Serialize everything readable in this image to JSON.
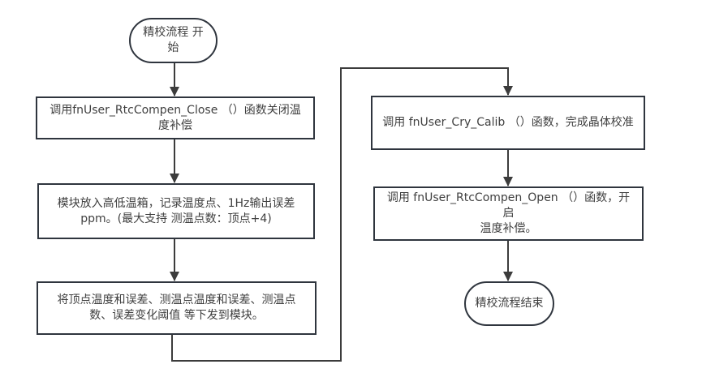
{
  "flowchart": {
    "title": "RTC fine-calibration process flowchart",
    "colors": {
      "node_border": "#2f353e",
      "node_fill": "#ffffff",
      "text": "#404040",
      "connector": "#3c3c3c",
      "background": "#ffffff"
    },
    "nodes": {
      "start": {
        "type": "terminator",
        "label": "精校流程 开\n始"
      },
      "step1": {
        "type": "process",
        "label": "调用fnUser_RtcCompen_Close （）函数关闭温\n度补偿"
      },
      "step2": {
        "type": "process",
        "label": "模块放入高低温箱，记录温度点、1Hz输出误差\nppm。(最大支持 测温点数：顶点+4)"
      },
      "step3": {
        "type": "process",
        "label": "将顶点温度和误差、测温点温度和误差、测温点\n数、误差变化阈值 等下发到模块。"
      },
      "step4": {
        "type": "process",
        "label": "调用 fnUser_Cry_Calib （）函数，完成晶体校准"
      },
      "step5": {
        "type": "process",
        "label": "调用 fnUser_RtcCompen_Open （）函数，开启\n温度补偿。"
      },
      "end": {
        "type": "terminator",
        "label": "精校流程结束"
      }
    },
    "edges": [
      {
        "from": "start",
        "to": "step1"
      },
      {
        "from": "step1",
        "to": "step2"
      },
      {
        "from": "step2",
        "to": "step3"
      },
      {
        "from": "step3",
        "to": "step4"
      },
      {
        "from": "step4",
        "to": "step5"
      },
      {
        "from": "step5",
        "to": "end"
      }
    ]
  }
}
